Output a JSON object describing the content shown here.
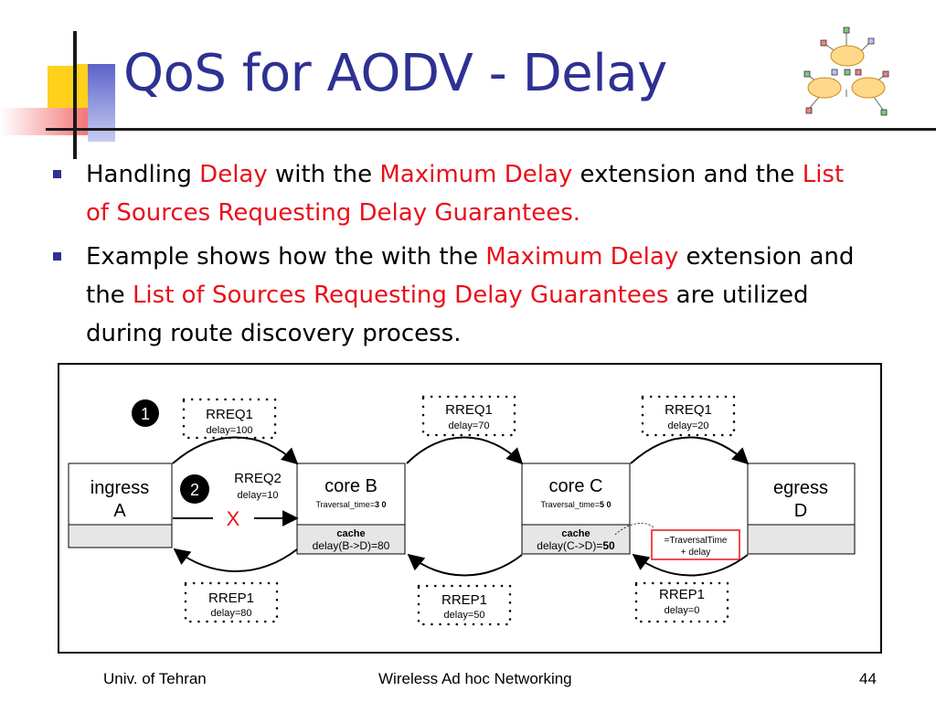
{
  "title": "QoS for AODV - Delay",
  "bullets": [
    {
      "parts": [
        {
          "text": "Handling ",
          "red": false
        },
        {
          "text": "Delay",
          "red": true
        },
        {
          "text": " with the ",
          "red": false
        },
        {
          "text": "Maximum Delay",
          "red": true
        },
        {
          "text": " extension and the ",
          "red": false
        },
        {
          "text": "List of Sources Requesting Delay Guarantees.",
          "red": true
        }
      ]
    },
    {
      "parts": [
        {
          "text": "Example shows how the with the ",
          "red": false
        },
        {
          "text": "Maximum Delay",
          "red": true
        },
        {
          "text": " extension and the ",
          "red": false
        },
        {
          "text": "List of Sources Requesting Delay Guarantees",
          "red": true
        },
        {
          "text": " are utilized during route discovery process.",
          "red": false
        }
      ]
    }
  ],
  "diagram": {
    "nodes": {
      "ingress": {
        "line1": "ingress",
        "line2": "A"
      },
      "coreB": {
        "name": "core B",
        "traversal_label": "Traversal_time=",
        "traversal_value": "3 0",
        "cache_label": "cache",
        "cache_value": "delay(B->D)=80"
      },
      "coreC": {
        "name": "core C",
        "traversal_label": "Traversal_time=",
        "traversal_value": "5 0",
        "cache_label": "cache",
        "cache_value_prefix": "delay(C->D)=",
        "cache_value_bold": "50"
      },
      "egress": {
        "line1": "egress",
        "line2": "D"
      }
    },
    "step1": "1",
    "step2": "2",
    "blocked_mark": "X",
    "messages": {
      "rreq1_ab": {
        "name": "RREQ1",
        "delay": "delay=100"
      },
      "rreq2_ab": {
        "name": "RREQ2",
        "delay": "delay=10"
      },
      "rreq1_bc": {
        "name": "RREQ1",
        "delay": "delay=70"
      },
      "rreq1_cd": {
        "name": "RREQ1",
        "delay": "delay=20"
      },
      "rrep1_ba": {
        "name": "RREP1",
        "delay": "delay=80"
      },
      "rrep1_cb": {
        "name": "RREP1",
        "delay": "delay=50"
      },
      "rrep1_dc": {
        "name": "RREP1",
        "delay": "delay=0"
      }
    },
    "formula": {
      "line1": "=TraversalTime",
      "line2": "+ delay"
    }
  },
  "footer": {
    "left": "Univ. of Tehran",
    "center": "Wireless Ad hoc Networking",
    "page": "44"
  },
  "colors": {
    "title": "#2e3192",
    "red_text": "#e8101a",
    "bullet": "#2e3192",
    "cache_fill": "#e6e6e6"
  }
}
